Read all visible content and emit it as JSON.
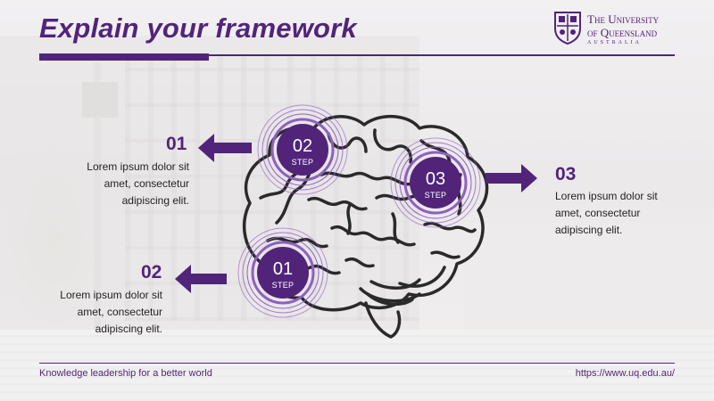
{
  "slide": {
    "title": "Explain your framework",
    "brand_color": "#51247a",
    "logo": {
      "line1": "The University",
      "line2": "of Queensland",
      "line3": "AUSTRALIA",
      "icon": "uq-crest-icon"
    }
  },
  "steps": [
    {
      "number": "02",
      "label": "STEP"
    },
    {
      "number": "03",
      "label": "STEP"
    },
    {
      "number": "01",
      "label": "STEP"
    }
  ],
  "items": [
    {
      "number": "01",
      "text_lines": [
        "Lorem ipsum dolor sit",
        "amet, consectetur",
        "adipiscing elit."
      ]
    },
    {
      "number": "03",
      "text_lines": [
        "Lorem ipsum dolor sit",
        "amet, consectetur",
        "adipiscing elit."
      ]
    },
    {
      "number": "02",
      "text_lines": [
        "Lorem ipsum dolor sit",
        "amet, consectetur",
        "adipiscing elit."
      ]
    }
  ],
  "icons": {
    "brain": "brain-icon",
    "arrow_left": "arrow-left-icon",
    "arrow_right": "arrow-right-icon"
  },
  "footer": {
    "tagline": "Knowledge leadership for a better world",
    "url": "https://www.uq.edu.au/"
  }
}
